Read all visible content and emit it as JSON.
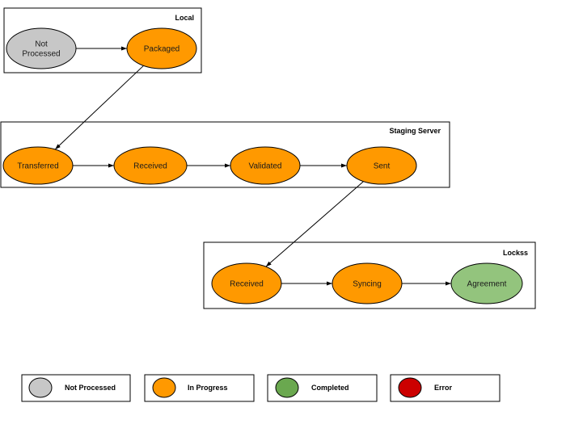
{
  "colors": {
    "not_processed": "#c7c7c7",
    "in_progress": "#ff9900",
    "completed": "#6aa84f",
    "completed_node": "#93c47d",
    "error": "#cc0000",
    "stroke": "#000000"
  },
  "groups": [
    {
      "id": "local",
      "title": "Local"
    },
    {
      "id": "staging",
      "title": "Staging Server"
    },
    {
      "id": "lockss",
      "title": "Lockss"
    }
  ],
  "nodes": [
    {
      "id": "not-processed",
      "label": [
        "Not",
        "Processed"
      ],
      "status": "not_processed"
    },
    {
      "id": "packaged",
      "label": [
        "Packaged"
      ],
      "status": "in_progress"
    },
    {
      "id": "transferred",
      "label": [
        "Transferred"
      ],
      "status": "in_progress"
    },
    {
      "id": "received-staging",
      "label": [
        "Received"
      ],
      "status": "in_progress"
    },
    {
      "id": "validated",
      "label": [
        "Validated"
      ],
      "status": "in_progress"
    },
    {
      "id": "sent",
      "label": [
        "Sent"
      ],
      "status": "in_progress"
    },
    {
      "id": "received-lockss",
      "label": [
        "Received"
      ],
      "status": "in_progress"
    },
    {
      "id": "syncing",
      "label": [
        "Syncing"
      ],
      "status": "in_progress"
    },
    {
      "id": "agreement",
      "label": [
        "Agreement"
      ],
      "status": "completed_node"
    }
  ],
  "edges": [
    {
      "from": "not-processed",
      "to": "packaged"
    },
    {
      "from": "packaged",
      "to": "transferred"
    },
    {
      "from": "transferred",
      "to": "received-staging"
    },
    {
      "from": "received-staging",
      "to": "validated"
    },
    {
      "from": "validated",
      "to": "sent"
    },
    {
      "from": "sent",
      "to": "received-lockss"
    },
    {
      "from": "received-lockss",
      "to": "syncing"
    },
    {
      "from": "syncing",
      "to": "agreement"
    }
  ],
  "legend": [
    {
      "label": "Not Processed",
      "status": "not_processed"
    },
    {
      "label": "In Progress",
      "status": "in_progress"
    },
    {
      "label": "Completed",
      "status": "completed"
    },
    {
      "label": "Error",
      "status": "error"
    }
  ]
}
